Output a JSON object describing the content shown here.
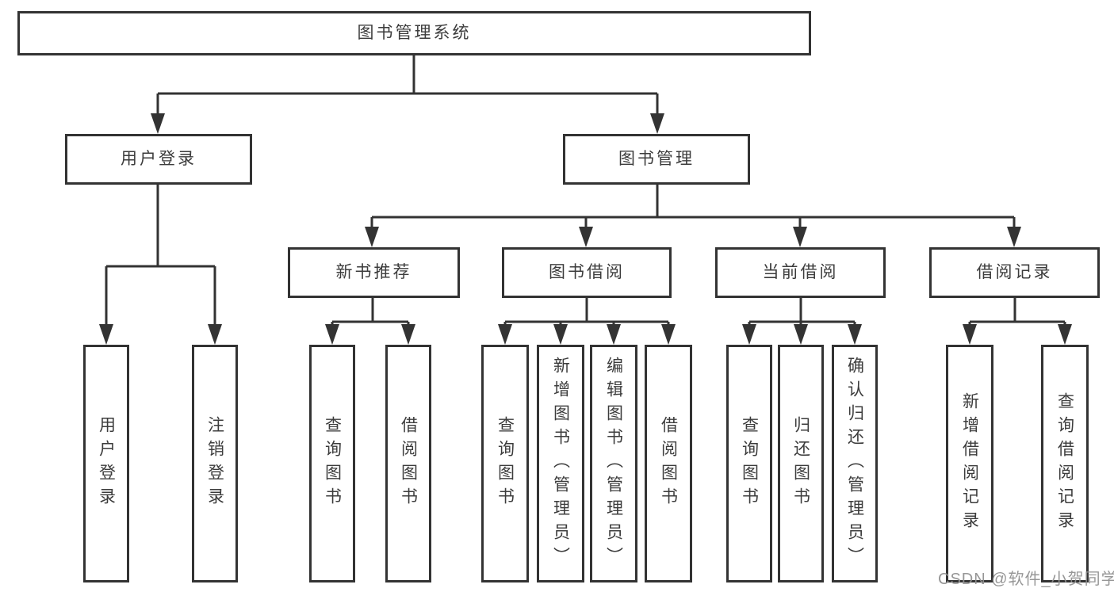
{
  "tree": {
    "root": {
      "label": "图书管理系统"
    },
    "children": [
      {
        "label": "用户登录",
        "children": [
          {
            "label": "用户登录"
          },
          {
            "label": "注销登录"
          }
        ]
      },
      {
        "label": "图书管理",
        "children": [
          {
            "label": "新书推荐",
            "children": [
              {
                "label": "查询图书"
              },
              {
                "label": "借阅图书"
              }
            ]
          },
          {
            "label": "图书借阅",
            "children": [
              {
                "label": "查询图书"
              },
              {
                "label": "新增图书（管理员）"
              },
              {
                "label": "编辑图书（管理员）"
              },
              {
                "label": "借阅图书"
              }
            ]
          },
          {
            "label": "当前借阅",
            "children": [
              {
                "label": "查询图书"
              },
              {
                "label": "归还图书"
              },
              {
                "label": "确认归还（管理员）"
              }
            ]
          },
          {
            "label": "借阅记录",
            "children": [
              {
                "label": "新增借阅记录"
              },
              {
                "label": "查询借阅记录"
              }
            ]
          }
        ]
      }
    ]
  },
  "watermark": "CSDN @软件_小贺同学",
  "colors": {
    "line": "#333333",
    "text": "#3c3c3c",
    "box_background": "#ffffff",
    "watermark": "#919191"
  }
}
